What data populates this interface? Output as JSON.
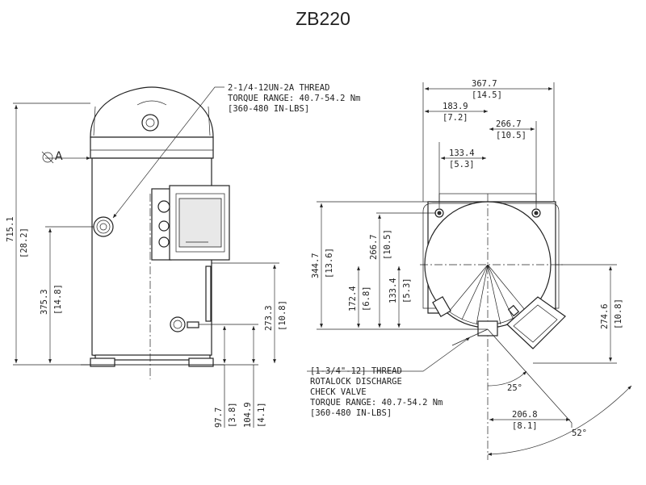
{
  "title": "ZB220",
  "diameter_label": "A",
  "front_view": {
    "thread_note": [
      "2-1/4-12UN-2A THREAD",
      "TORQUE RANGE: 40.7-54.2 Nm",
      "[360-480 IN-LBS]"
    ],
    "dim_height_total": "715.1",
    "dim_height_total_in": "[28.2]",
    "dim_suction": "375.3",
    "dim_suction_in": "[14.8]",
    "dim_273": "273.3",
    "dim_273_in": "[10.8]",
    "dim_97": "97.7",
    "dim_97_in": "[3.8]",
    "dim_104": "104.9",
    "dim_104_in": "[4.1]"
  },
  "top_view": {
    "dim_367": "367.7",
    "dim_367_in": "[14.5]",
    "dim_183": "183.9",
    "dim_183_in": "[7.2]",
    "dim_266w": "266.7",
    "dim_266w_in": "[10.5]",
    "dim_133w": "133.4",
    "dim_133w_in": "[5.3]",
    "dim_344": "344.7",
    "dim_344_in": "[13.6]",
    "dim_266h": "266.7",
    "dim_266h_in": "[10.5]",
    "dim_172": "172.4",
    "dim_172_in": "[6.8]",
    "dim_133h": "133.4",
    "dim_133h_in": "[5.3]",
    "dim_274": "274.6",
    "dim_274_in": "[10.8]",
    "dim_206": "206.8",
    "dim_206_in": "[8.1]",
    "angle_25": "25°",
    "angle_52": "52°",
    "discharge_note": [
      "[1-3/4\"-12] THREAD",
      "ROTALOCK DISCHARGE",
      "CHECK VALVE",
      "TORQUE RANGE: 40.7-54.2 Nm",
      "[360-480 IN-LBS]"
    ]
  }
}
